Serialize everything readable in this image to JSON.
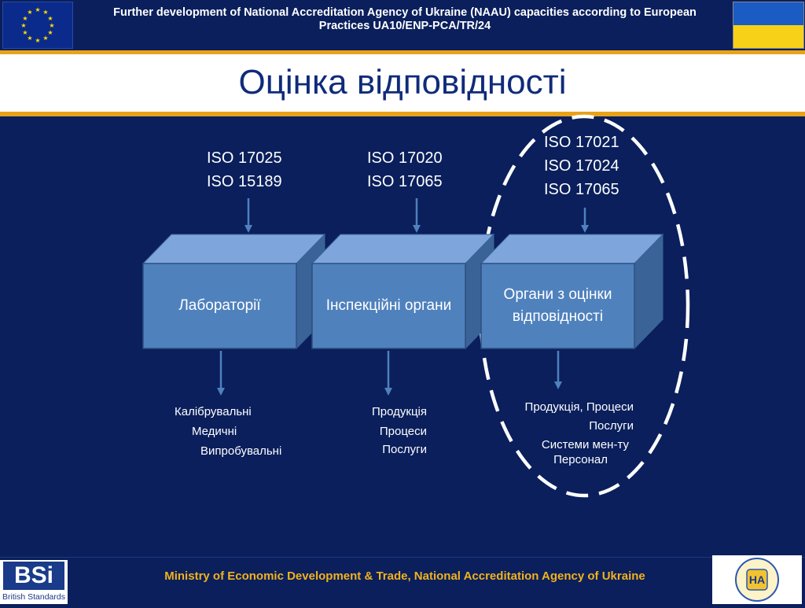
{
  "header": {
    "text": "Further development of National Accreditation Agency of Ukraine (NAAU) capacities according to European Practices   UA10/ENP-PCA/TR/24"
  },
  "page_title": "Оцінка відповідності",
  "columns": [
    {
      "standards": [
        "ISO 17025",
        "ISO 15189"
      ],
      "box_label": "Лабораторії",
      "items": [
        "Калібрувальні",
        "Медичні",
        "Випробувальні"
      ]
    },
    {
      "standards": [
        "ISO 17020",
        "ISO 17065"
      ],
      "box_label": "Інспекційні органи",
      "items": [
        "Продукція",
        "Процеси",
        "Послуги"
      ]
    },
    {
      "standards": [
        "ISO 17021",
        "ISO 17024",
        "ISO 17065"
      ],
      "box_label": "Органи з оцінки відповідності",
      "items": [
        "Продукція, Процеси",
        "Послуги",
        "Системи мен-ту",
        "Персонал"
      ]
    }
  ],
  "footer": {
    "text": "Ministry of Economic Development & Trade, National Accreditation Agency of Ukraine",
    "bsi_logo_text": "BSi",
    "bsi_logo_sub": "British Standards",
    "naau_logo_text": "НА"
  },
  "colors": {
    "background": "#0a1f5c",
    "accent_gold": "#e8a21a",
    "box_front": "#4f81bd",
    "box_top": "#7ea6dc",
    "box_side": "#3a6398",
    "arrow": "#4f81bd",
    "dashed_ellipse": "#ffffff"
  }
}
